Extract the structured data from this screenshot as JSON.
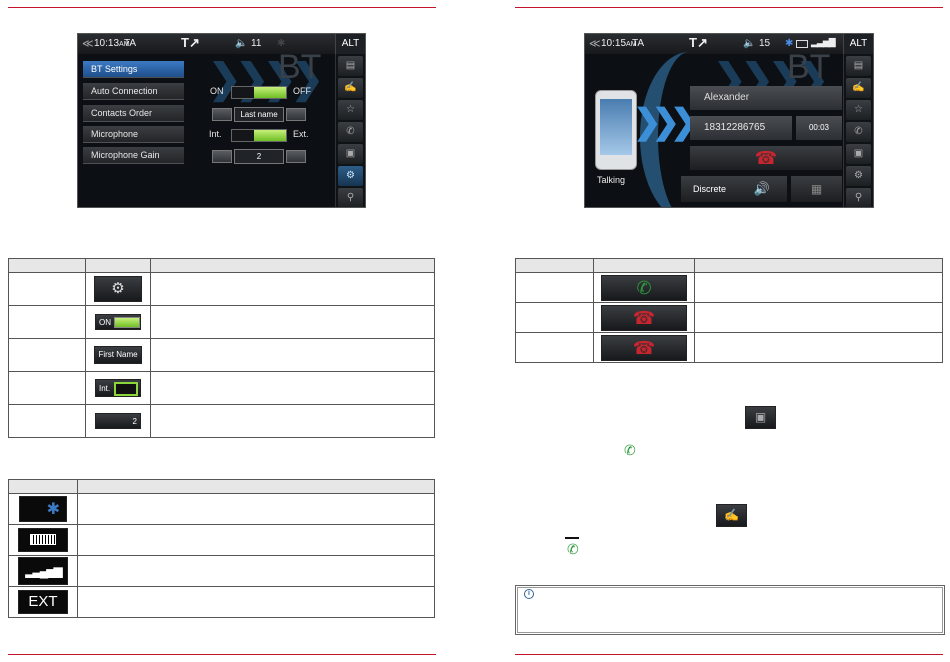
{
  "left_screen": {
    "status": {
      "time": "10:13",
      "ampm": "AM",
      "ta": "TA",
      "volume": "11"
    },
    "alt": "ALT",
    "watermark": "BT",
    "rows": [
      {
        "label": "BT Settings"
      },
      {
        "label": "Auto Connection",
        "on": "ON",
        "off": "OFF"
      },
      {
        "label": "Contacts Order",
        "value": "Last name"
      },
      {
        "label": "Microphone",
        "int": "Int.",
        "ext": "Ext."
      },
      {
        "label": "Microphone Gain",
        "value": "2"
      }
    ]
  },
  "right_screen": {
    "status": {
      "time": "10:15",
      "ampm": "AM",
      "ta": "TA",
      "volume": "15"
    },
    "alt": "ALT",
    "watermark": "BT",
    "caller": "Alexander",
    "number": "18312286765",
    "duration": "00:03",
    "talking": "Talking",
    "discrete": "Discrete"
  },
  "table1_icons": {
    "row2": "ON",
    "row3": "First Name",
    "row4": "Int.",
    "row5": "2"
  },
  "table2_icons": {
    "row4": "EXT"
  },
  "colors": {
    "rule": "#c4142c",
    "accent_blue": "#3d7ac4",
    "green": "#8bd63a",
    "call_green": "#2e9a3c",
    "call_red": "#c8262f"
  }
}
